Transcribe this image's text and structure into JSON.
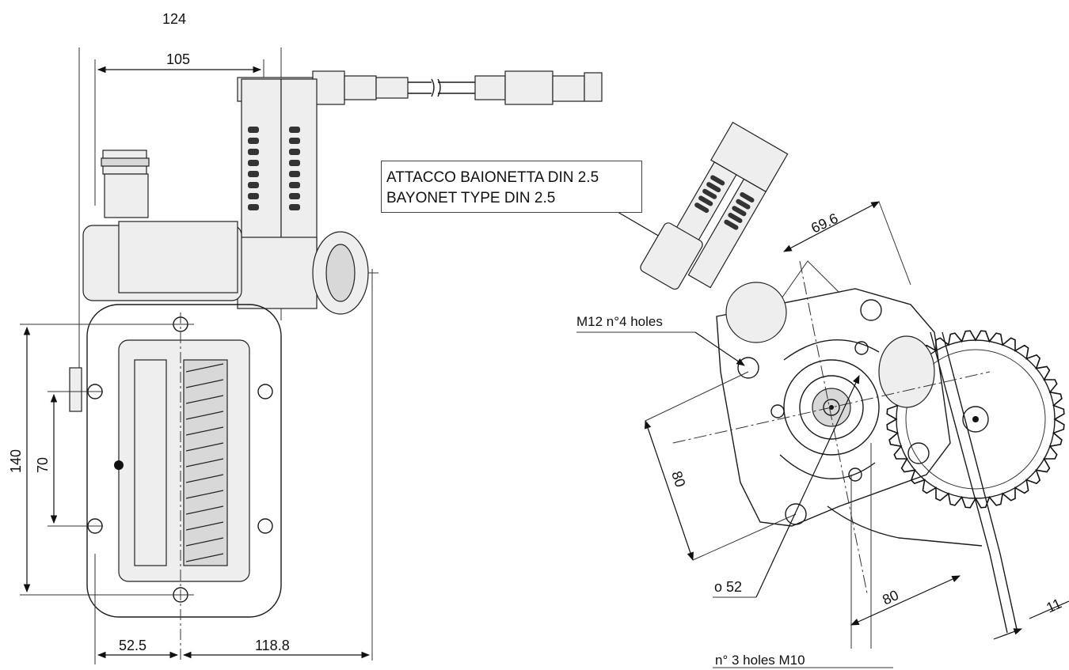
{
  "dimensions": {
    "top_width": "124",
    "left_width": "105",
    "total_height": "140",
    "hole_spacing_vertical": "70",
    "bottom_left": "52.5",
    "bottom_right": "118.8",
    "side_width": "69.6",
    "diagonal_80_left": "80",
    "diagonal_80_bottom": "80",
    "shaft_diameter": "o 52",
    "right_edge": "11"
  },
  "callouts": {
    "connector_line1": "ATTACCO BAIONETTA DIN 2.5",
    "connector_line2": "BAYONET TYPE DIN 2.5",
    "holes_m12": "M12 n°4 holes",
    "holes_m10": "n° 3 holes  M10"
  }
}
